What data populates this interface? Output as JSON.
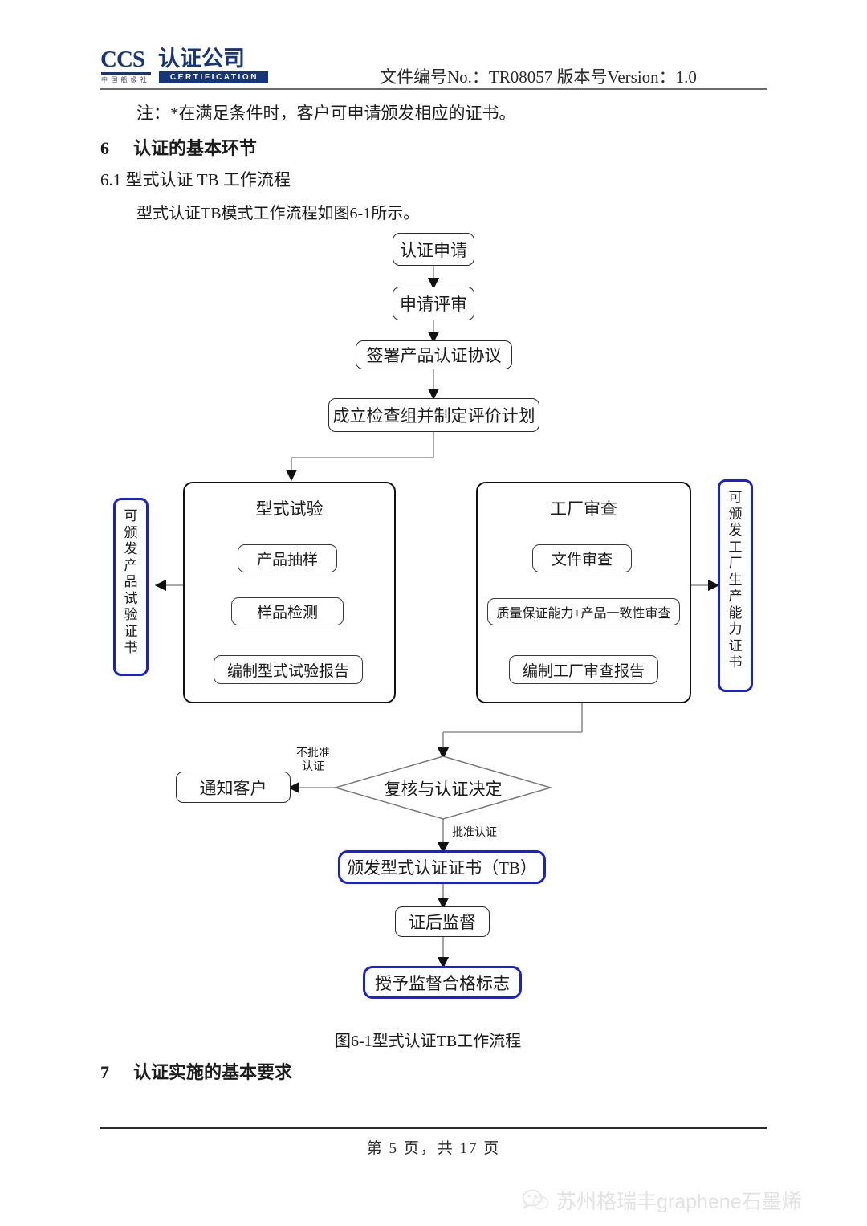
{
  "header": {
    "logo": {
      "mark": "CCS",
      "sub_cn": "中 国 船 级 社",
      "name_cn": "认证公司",
      "cert_word": "CERTIFICATION"
    },
    "doc_meta": "文件编号No.：TR08057    版本号Version：1.0"
  },
  "body": {
    "note_line": "注：*在满足条件时，客户可申请颁发相应的证书。",
    "heading_6_num": "6",
    "heading_6_text": "认证的基本环节",
    "heading_61": "6.1 型式认证 TB  工作流程",
    "paragraph_1": "型式认证TB模式工作流程如图6-1所示。",
    "figure_caption": "图6-1型式认证TB工作流程",
    "heading_7_num": "7",
    "heading_7_text": "认证实施的基本要求"
  },
  "flowchart": {
    "title": "图6-1型式认证TB工作流程",
    "nodes": {
      "apply": "认证申请",
      "apply_review": "申请评审",
      "sign_agreement": "签署产品认证协议",
      "form_team": "成立检查组并制定评价计划",
      "type_test_title": "型式试验",
      "product_sampling": "产品抽样",
      "sample_testing": "样品检测",
      "type_test_report": "编制型式试验报告",
      "factory_audit_title": "工厂审查",
      "document_review": "文件审查",
      "quality_capability": "质量保证能力+产品一致性审查",
      "factory_audit_report": "编制工厂审查报告",
      "notify_client": "通知客户",
      "decision": "复核与认证决定",
      "issue_certificate": "颁发型式认证证书（TB）",
      "post_supervision": "证后监督",
      "grant_mark": "授予监督合格标志"
    },
    "vertical_certs": {
      "left": [
        "可",
        "颁",
        "发",
        "产",
        "品",
        "试",
        "验",
        "证",
        "书"
      ],
      "right": [
        "可",
        "颁",
        "发",
        "工",
        "厂",
        "生",
        "产",
        "能",
        "力",
        "证",
        "书"
      ]
    },
    "edge_labels": {
      "not_approved_line1": "不批准",
      "not_approved_line2": "认证",
      "approved": "批准认证"
    },
    "colors": {
      "blue_border": "#1a22c8",
      "box_border": "#2b2b2b",
      "connector": "#8a8a8a"
    }
  },
  "footer": {
    "page_text": "第 5 页，共 17 页",
    "watermark": "苏州格瑞丰graphene石墨烯"
  }
}
